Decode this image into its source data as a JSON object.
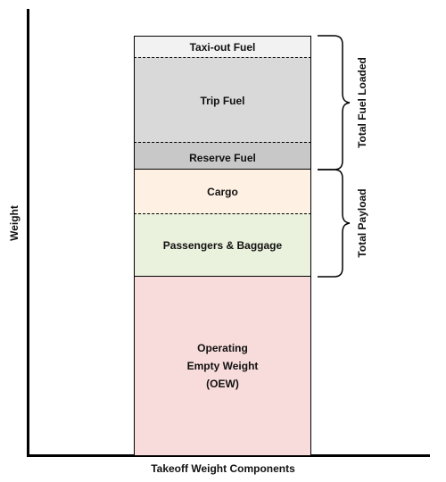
{
  "axes": {
    "x_label": "Takeoff Weight Components",
    "y_label": "Weight"
  },
  "blocks": {
    "taxi_out": {
      "label": "Taxi-out Fuel",
      "color": "#f2f2f2"
    },
    "trip": {
      "label": "Trip Fuel",
      "color": "#d9d9d9"
    },
    "reserve": {
      "label": "Reserve Fuel",
      "color": "#c8c8c8"
    },
    "cargo": {
      "label": "Cargo",
      "color": "#fef0e3"
    },
    "passengers": {
      "label": "Passengers & Baggage",
      "color": "#eaf1dc"
    },
    "oew": {
      "line1": "Operating",
      "line2": "Empty Weight",
      "line3": "(OEW)",
      "color": "#f8dcdb"
    }
  },
  "brackets": {
    "fuel": "Total Fuel Loaded",
    "payload": "Total Payload"
  }
}
